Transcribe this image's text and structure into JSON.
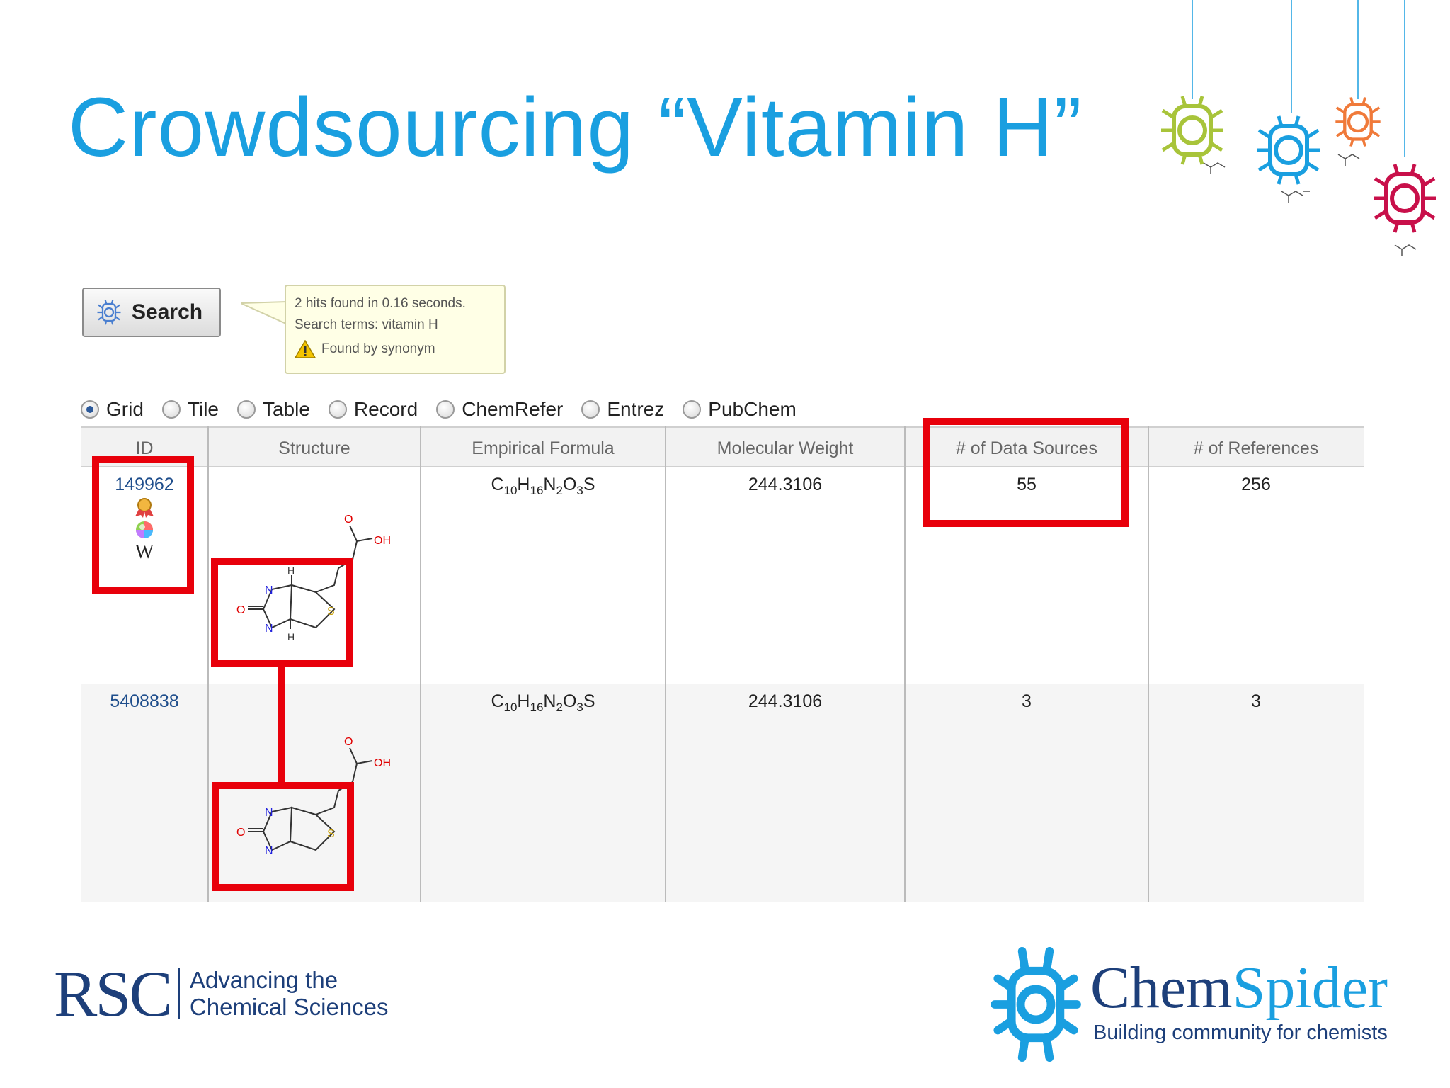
{
  "slide": {
    "title": "Crowdsourcing “Vitamin H”"
  },
  "search": {
    "button_label": "Search"
  },
  "search_info": {
    "hits": "2 hits found in 0.16 seconds.",
    "terms": "Search terms: vitamin H",
    "found_by": "Found by synonym"
  },
  "view_options": [
    {
      "label": "Grid",
      "selected": true
    },
    {
      "label": "Tile",
      "selected": false
    },
    {
      "label": "Table",
      "selected": false
    },
    {
      "label": "Record",
      "selected": false
    },
    {
      "label": "ChemRefer",
      "selected": false
    },
    {
      "label": "Entrez",
      "selected": false
    },
    {
      "label": "PubChem",
      "selected": false
    }
  ],
  "table": {
    "headers": [
      "ID",
      "Structure",
      "Empirical Formula",
      "Molecular Weight",
      "# of Data Sources",
      "# of References"
    ],
    "rows": [
      {
        "id": "149962",
        "formula": {
          "c": "C",
          "c_n": "10",
          "h": "H",
          "h_n": "16",
          "n": "N",
          "n_n": "2",
          "o": "O",
          "o_n": "3",
          "s": "S"
        },
        "molecular_weight": "244.3106",
        "data_sources": "55",
        "references": "256",
        "badges": [
          "award-icon",
          "color-wheel-icon",
          "wikipedia-icon"
        ],
        "wiki_letter": "W"
      },
      {
        "id": "5408838",
        "formula": {
          "c": "C",
          "c_n": "10",
          "h": "H",
          "h_n": "16",
          "n": "N",
          "n_n": "2",
          "o": "O",
          "o_n": "3",
          "s": "S"
        },
        "molecular_weight": "244.3106",
        "data_sources": "3",
        "references": "3"
      }
    ]
  },
  "structure_labels": {
    "o": "O",
    "oh": "OH",
    "nh": "N",
    "h": "H",
    "s": "S"
  },
  "footer": {
    "rsc_mark": "RSC",
    "rsc_line1": "Advancing the",
    "rsc_line2": "Chemical Sciences",
    "chemspider_a": "Chem",
    "chemspider_b": "Spider",
    "chemspider_tagline": "Building community for chemists"
  },
  "colors": {
    "title": "#1a9fe0",
    "highlight": "#e8000b",
    "link": "#1f4e8c",
    "rsc_navy": "#1d3f7a",
    "spider_green": "#a8c43a",
    "spider_blue": "#1a9fe0",
    "spider_orange": "#f07a3a",
    "spider_crimson": "#c8104a"
  }
}
